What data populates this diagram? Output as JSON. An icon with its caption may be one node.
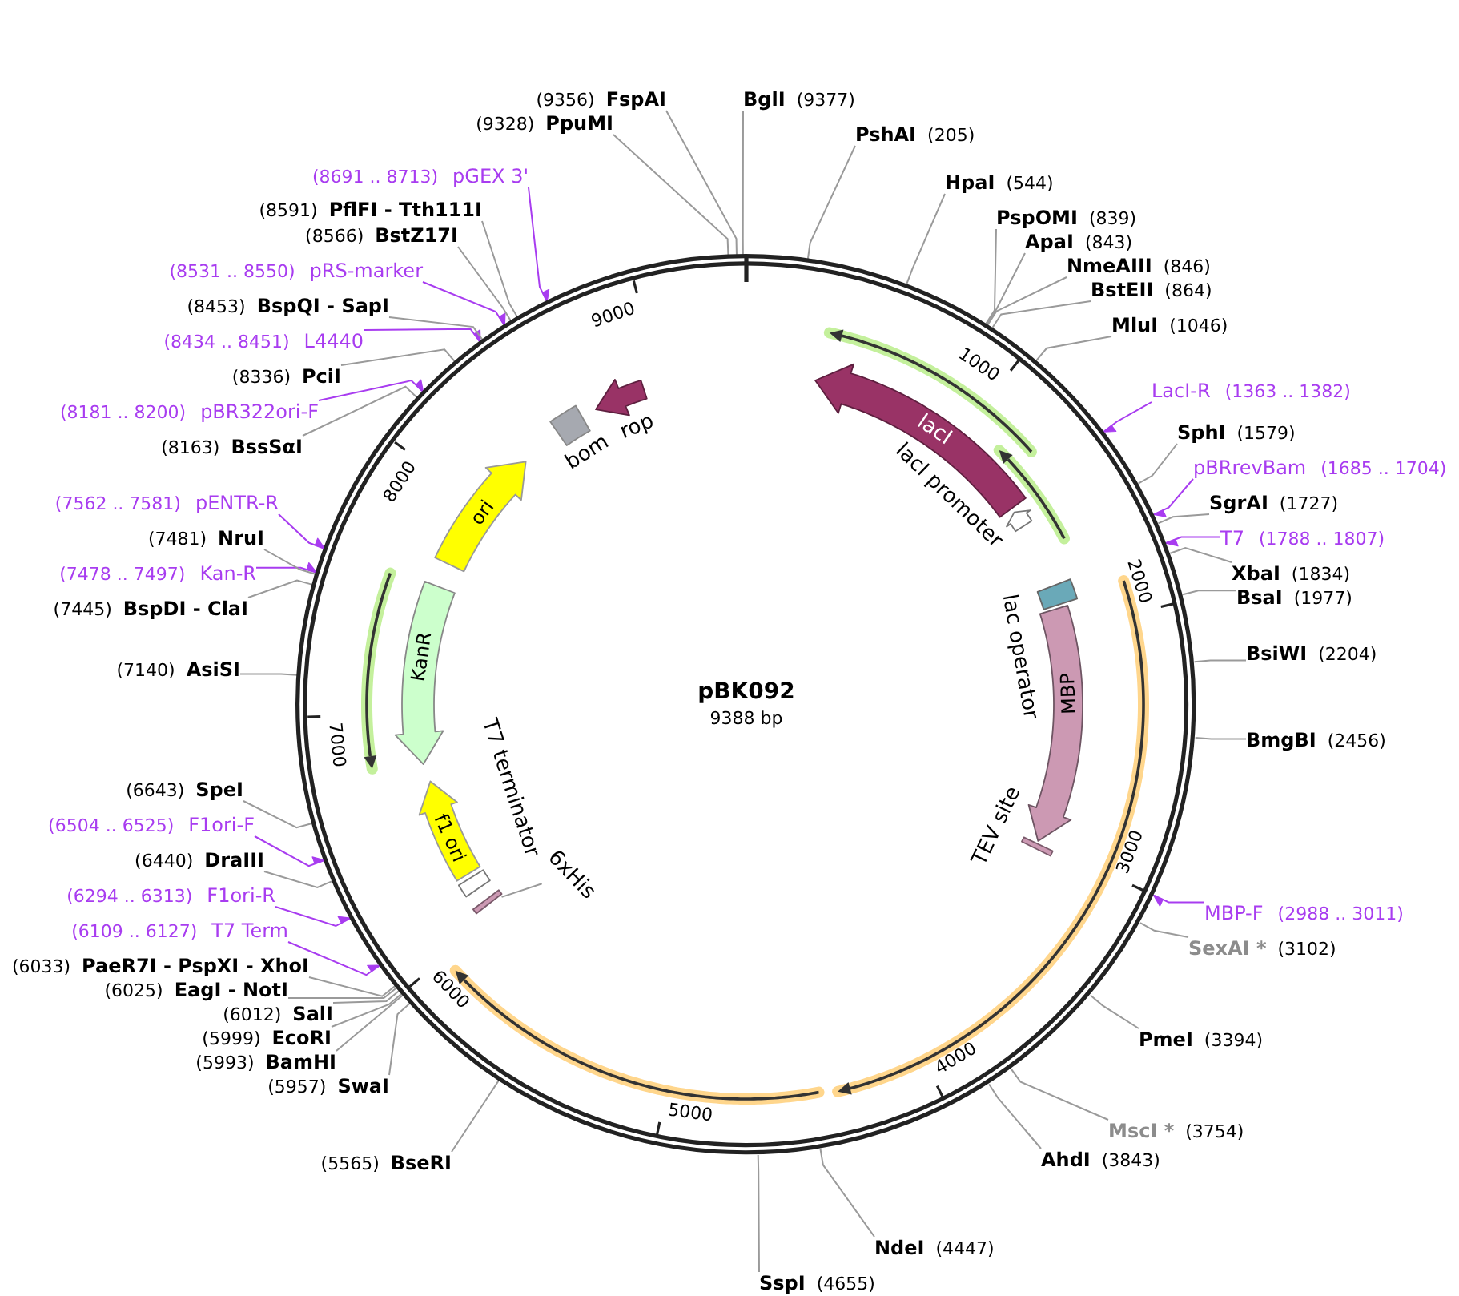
{
  "diagram": {
    "title": "pBK092",
    "nodes": [
      {
        "text": [
          "BglI",
          "(9377)"
        ]
      },
      {
        "text": [
          "PshAI",
          "(205)"
        ]
      },
      {
        "text": [
          "HpaI",
          "(544)"
        ]
      },
      {
        "text": [
          "PspOMI",
          "(839)"
        ]
      },
      {
        "text": [
          "ApaI",
          "(843)"
        ]
      },
      {
        "text": [
          "NmeAIII",
          "(846)"
        ]
      },
      {
        "text": [
          "BstEII",
          "(864)"
        ]
      },
      {
        "text": [
          "MluI",
          "(1046)"
        ]
      },
      {
        "text": [
          "LacI-R",
          "(1363 .. 1382)"
        ]
      },
      {
        "text": [
          "SphI",
          "(1579)"
        ]
      },
      {
        "text": [
          "pBRrevBam",
          "(1685 .. 1704)"
        ]
      },
      {
        "text": [
          "SgrAI",
          "(1727)"
        ]
      },
      {
        "text": [
          "T7",
          "(1788 .. 1807)"
        ]
      },
      {
        "text": [
          "XbaI",
          "(1834)"
        ]
      },
      {
        "text": [
          "BsaI",
          "(1977)"
        ]
      },
      {
        "text": [
          "BsiWI",
          "(2204)"
        ]
      },
      {
        "text": [
          "BmgBI",
          "(2456)"
        ]
      },
      {
        "text": [
          "MBP-F",
          "(2988 .. 3011)"
        ]
      },
      {
        "text": [
          "SexAI *",
          "(3102)"
        ]
      },
      {
        "text": [
          "PmeI",
          "(3394)"
        ]
      },
      {
        "text": [
          "MscI *",
          "(3754)"
        ]
      },
      {
        "text": [
          "AhdI",
          "(3843)"
        ]
      },
      {
        "text": [
          "NdeI",
          "(4447)"
        ]
      },
      {
        "text": [
          "SspI",
          "(4655)"
        ]
      },
      {
        "text": [
          "(5565)",
          "BseRI"
        ]
      },
      {
        "text": [
          "(5957)",
          "SwaI"
        ]
      },
      {
        "text": [
          "(5993)",
          "BamHI"
        ]
      },
      {
        "text": [
          "(5999)",
          "EcoRI"
        ]
      },
      {
        "text": [
          "(6012)",
          "SalI"
        ]
      },
      {
        "text": [
          "(6025)",
          "EagI - NotI"
        ]
      },
      {
        "text": [
          "(6033)",
          "PaeR7I - PspXI - XhoI"
        ]
      },
      {
        "text": [
          "(6109 .. 6127)",
          "T7 Term"
        ]
      },
      {
        "text": [
          "(6294 .. 6313)",
          "F1ori-R"
        ]
      },
      {
        "text": [
          "(6440)",
          "DraIII"
        ]
      },
      {
        "text": [
          "(6504 .. 6525)",
          "F1ori-F"
        ]
      },
      {
        "text": [
          "(6643)",
          "SpeI"
        ]
      },
      {
        "text": [
          "(7140)",
          "AsiSI"
        ]
      },
      {
        "text": [
          "(7445)",
          "BspDI - ClaI"
        ]
      },
      {
        "text": [
          "(7478 .. 7497)",
          "Kan-R"
        ]
      },
      {
        "text": [
          "(7481)",
          "NruI"
        ]
      },
      {
        "text": [
          "(7562 .. 7581)",
          "pENTR-R"
        ]
      },
      {
        "text": [
          "(8163)",
          "BssSαI"
        ]
      },
      {
        "text": [
          "(8181 .. 8200)",
          "pBR322ori-F"
        ]
      },
      {
        "text": [
          "(8336)",
          "PciI"
        ]
      },
      {
        "text": [
          "(8434 .. 8451)",
          "L4440"
        ]
      },
      {
        "text": [
          "(8453)",
          "BspQI - SapI"
        ]
      },
      {
        "text": [
          "(8531 .. 8550)",
          "pRS-marker"
        ]
      },
      {
        "text": [
          "(8566)",
          "BstZ17I"
        ]
      },
      {
        "text": [
          "(8591)",
          "PflFI - Tth111I"
        ]
      },
      {
        "text": [
          "(8691 .. 8713)",
          "pGEX 3'"
        ]
      },
      {
        "text": [
          "(9328)",
          "PpuMI"
        ]
      },
      {
        "text": [
          "(9356)",
          "FspAI"
        ]
      },
      {
        "text": [],
        "shape": "circle"
      },
      {
        "text": [
          "lacI"
        ],
        "in": 52
      },
      {
        "text": [],
        "shape": "arrow",
        "beside": [
          "lacI promoter"
        ],
        "in": 52
      },
      {
        "text": [],
        "shape": "bar",
        "beside": [
          "lac operator"
        ],
        "in": 52
      },
      {
        "text": [
          "MBP"
        ],
        "in": 52
      },
      {
        "text": [],
        "shape": "bar",
        "beside": [
          "TEV site"
        ],
        "in": 52
      },
      {
        "text": [
          "6xHis"
        ],
        "in": 52
      },
      {
        "text": [],
        "shape": "bar",
        "in": 52
      },
      {
        "text": [],
        "shape": "box",
        "beside": [
          "T7 terminator"
        ],
        "in": 52
      },
      {
        "text": [
          "f1 ori"
        ],
        "in": 52
      },
      {
        "text": [
          "KanR"
        ],
        "in": 52
      },
      {
        "text": [
          "ori"
        ],
        "in": 52
      },
      {
        "text": [],
        "shape": "box",
        "beside": [
          "bom"
        ],
        "in": 52
      },
      {
        "text": [],
        "shape": "arrow",
        "beside": [
          "rop"
        ],
        "in": 52
      }
    ],
    "edges": [
      {
        "from": 0,
        "to": 52,
        "arrow": "none"
      },
      {
        "from": 1,
        "to": 52,
        "arrow": "none"
      },
      {
        "from": 2,
        "to": 52,
        "arrow": "none"
      },
      {
        "from": 3,
        "to": 52,
        "arrow": "none"
      },
      {
        "from": 4,
        "to": 52,
        "arrow": "none"
      },
      {
        "from": 5,
        "to": 52,
        "arrow": "none"
      },
      {
        "from": 6,
        "to": 52,
        "arrow": "none"
      },
      {
        "from": 7,
        "to": 52,
        "arrow": "none"
      },
      {
        "from": 8,
        "to": 52,
        "arrow": "to",
        "color": "#a83cf0"
      },
      {
        "from": 9,
        "to": 52,
        "arrow": "none"
      },
      {
        "from": 10,
        "to": 52,
        "arrow": "to",
        "color": "#a83cf0"
      },
      {
        "from": 11,
        "to": 52,
        "arrow": "none"
      },
      {
        "from": 12,
        "to": 52,
        "arrow": "to",
        "color": "#a83cf0"
      },
      {
        "from": 13,
        "to": 52,
        "arrow": "none"
      },
      {
        "from": 14,
        "to": 52,
        "arrow": "none"
      },
      {
        "from": 15,
        "to": 52,
        "arrow": "none"
      },
      {
        "from": 16,
        "to": 52,
        "arrow": "none"
      },
      {
        "from": 17,
        "to": 52,
        "arrow": "to",
        "color": "#a83cf0"
      },
      {
        "from": 18,
        "to": 52,
        "arrow": "none"
      },
      {
        "from": 19,
        "to": 52,
        "arrow": "none"
      },
      {
        "from": 20,
        "to": 52,
        "arrow": "none"
      },
      {
        "from": 21,
        "to": 52,
        "arrow": "none"
      },
      {
        "from": 22,
        "to": 52,
        "arrow": "none"
      },
      {
        "from": 23,
        "to": 52,
        "arrow": "none"
      },
      {
        "from": 24,
        "to": 52,
        "arrow": "none"
      },
      {
        "from": 25,
        "to": 52,
        "arrow": "none"
      },
      {
        "from": 26,
        "to": 52,
        "arrow": "none"
      },
      {
        "from": 27,
        "to": 52,
        "arrow": "none"
      },
      {
        "from": 28,
        "to": 52,
        "arrow": "none"
      },
      {
        "from": 29,
        "to": 52,
        "arrow": "none"
      },
      {
        "from": 30,
        "to": 52,
        "arrow": "none"
      },
      {
        "from": 31,
        "to": 52,
        "arrow": "to",
        "color": "#a83cf0"
      },
      {
        "from": 32,
        "to": 52,
        "arrow": "to",
        "color": "#a83cf0"
      },
      {
        "from": 33,
        "to": 52,
        "arrow": "none"
      },
      {
        "from": 34,
        "to": 52,
        "arrow": "to",
        "color": "#a83cf0"
      },
      {
        "from": 35,
        "to": 52,
        "arrow": "none"
      },
      {
        "from": 36,
        "to": 52,
        "arrow": "none"
      },
      {
        "from": 37,
        "to": 52,
        "arrow": "none"
      },
      {
        "from": 38,
        "to": 52,
        "arrow": "to",
        "color": "#a83cf0"
      },
      {
        "from": 39,
        "to": 52,
        "arrow": "none"
      },
      {
        "from": 40,
        "to": 52,
        "arrow": "to",
        "color": "#a83cf0"
      },
      {
        "from": 41,
        "to": 52,
        "arrow": "none"
      },
      {
        "from": 42,
        "to": 52,
        "arrow": "to",
        "color": "#a83cf0"
      },
      {
        "from": 43,
        "to": 52,
        "arrow": "none"
      },
      {
        "from": 44,
        "to": 52,
        "arrow": "to",
        "color": "#a83cf0"
      },
      {
        "from": 45,
        "to": 52,
        "arrow": "none"
      },
      {
        "from": 46,
        "to": 52,
        "arrow": "to",
        "color": "#a83cf0"
      },
      {
        "from": 47,
        "to": 52,
        "arrow": "none"
      },
      {
        "from": 48,
        "to": 52,
        "arrow": "none"
      },
      {
        "from": 49,
        "to": 52,
        "arrow": "to",
        "color": "#a83cf0"
      },
      {
        "from": 50,
        "to": 52,
        "arrow": "none"
      },
      {
        "from": 51,
        "to": 52,
        "arrow": "none"
      },
      {
        "from": 58,
        "to": 59,
        "arrow": "none"
      }
    ],
    "labels": [
      "9388 bp",
      "1000",
      "2000",
      "3000",
      "4000",
      "5000",
      "6000",
      "7000",
      "8000",
      "9000"
    ]
  }
}
